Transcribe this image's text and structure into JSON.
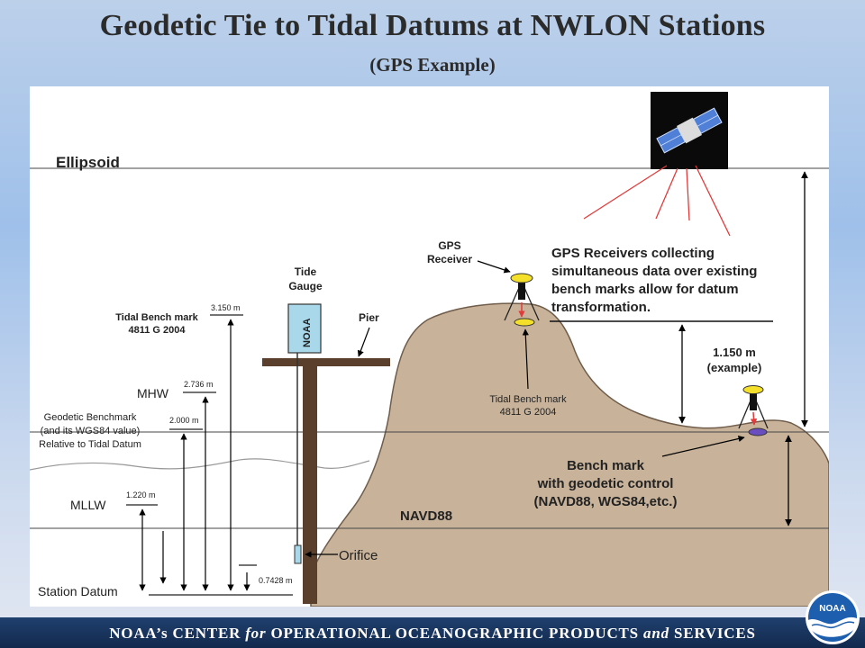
{
  "title": "Geodetic Tie to Tidal Datums at NWLON Stations",
  "subtitle": "(GPS Example)",
  "footer": {
    "prefix": "NOAA’s CENTER",
    "for": "for",
    "middle": "OPERATIONAL OCEANOGRAPHIC PRODUCTS",
    "and": "and",
    "suffix": "SERVICES"
  },
  "logo_text": "NOAA",
  "labels": {
    "ellipsoid": "Ellipsoid",
    "tide_gauge_1": "Tide",
    "tide_gauge_2": "Gauge",
    "gauge_box_text": "NOAA",
    "pier": "Pier",
    "gps_receiver_1": "GPS",
    "gps_receiver_2": "Receiver",
    "gps_note_1": "GPS Receivers collecting",
    "gps_note_2": "simultaneous data over existing",
    "gps_note_3": "bench marks allow for datum",
    "gps_note_4": "transformation.",
    "offset_value": "1.150 m",
    "offset_note": "(example)",
    "tbm_left_1": "Tidal Bench mark",
    "tbm_left_2": "4811 G 2004",
    "tbm_hill_1": "Tidal Bench mark",
    "tbm_hill_2": "4811 G 2004",
    "geodetic_1": "Geodetic Benchmark",
    "geodetic_2": "(and its WGS84 value)",
    "geodetic_3": "Relative to Tidal Datum",
    "mhw": "MHW",
    "mllw": "MLLW",
    "station_datum": "Station Datum",
    "navd88": "NAVD88",
    "orifice": "Orifice",
    "bench_1": "Bench mark",
    "bench_2": "with geodetic control",
    "bench_3": "(NAVD88, WGS84,etc.)",
    "v_3150": "3.150 m",
    "v_2736": "2.736 m",
    "v_2000": "2.000 m",
    "v_1220": "1.220 m",
    "v_07428": "0.7428 m"
  },
  "colors": {
    "terrain": "#c8b39a",
    "terrain_edge": "#6f5c4a",
    "pier": "#5a3f2c",
    "gauge_box": "#a8d8ea",
    "gps_rays": "#e23a3a",
    "benchmark_yellow": "#f4e02a",
    "benchmark_purple": "#6a4ec0",
    "footer": "#1a3560"
  },
  "icons": [
    "satellite-icon",
    "gps-receiver-icon",
    "noaa-logo-icon"
  ]
}
